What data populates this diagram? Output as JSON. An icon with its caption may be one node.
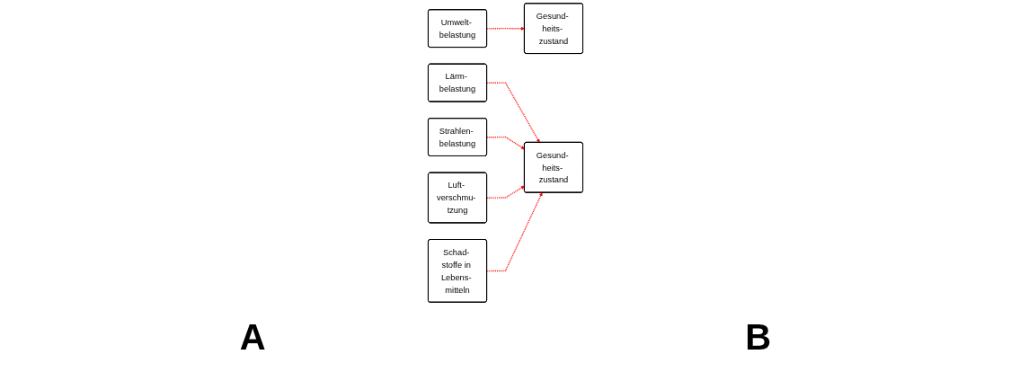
{
  "diagram": {
    "nodes": [
      {
        "text": [
          "Umwelt- belastung"
        ]
      },
      {
        "text": [
          "Gesund- heits- zustand"
        ]
      },
      {
        "text": [
          "Lärm- belastung"
        ]
      },
      {
        "text": [
          "Strahlen- belastung"
        ]
      },
      {
        "text": [
          "Gesund- heits- zustand"
        ]
      },
      {
        "text": [
          "Luft- verschmu- tzung"
        ]
      },
      {
        "text": [
          "Schad- stoffe in Lebens- mitteln"
        ]
      }
    ],
    "edges": [
      {
        "from": 0,
        "to": 1,
        "arrow": "to",
        "style": "dashed",
        "color": "#ff0000"
      },
      {
        "from": 2,
        "to": 4,
        "arrow": "to",
        "style": "dashed",
        "color": "#ff0000"
      },
      {
        "from": 3,
        "to": 4,
        "arrow": "to",
        "style": "dashed",
        "color": "#ff0000"
      },
      {
        "from": 5,
        "to": 4,
        "arrow": "to",
        "style": "dashed",
        "color": "#ff0000"
      },
      {
        "from": 6,
        "to": 4,
        "arrow": "to",
        "style": "dashed",
        "color": "#ff0000"
      }
    ],
    "labels": [
      "A",
      "B"
    ]
  }
}
